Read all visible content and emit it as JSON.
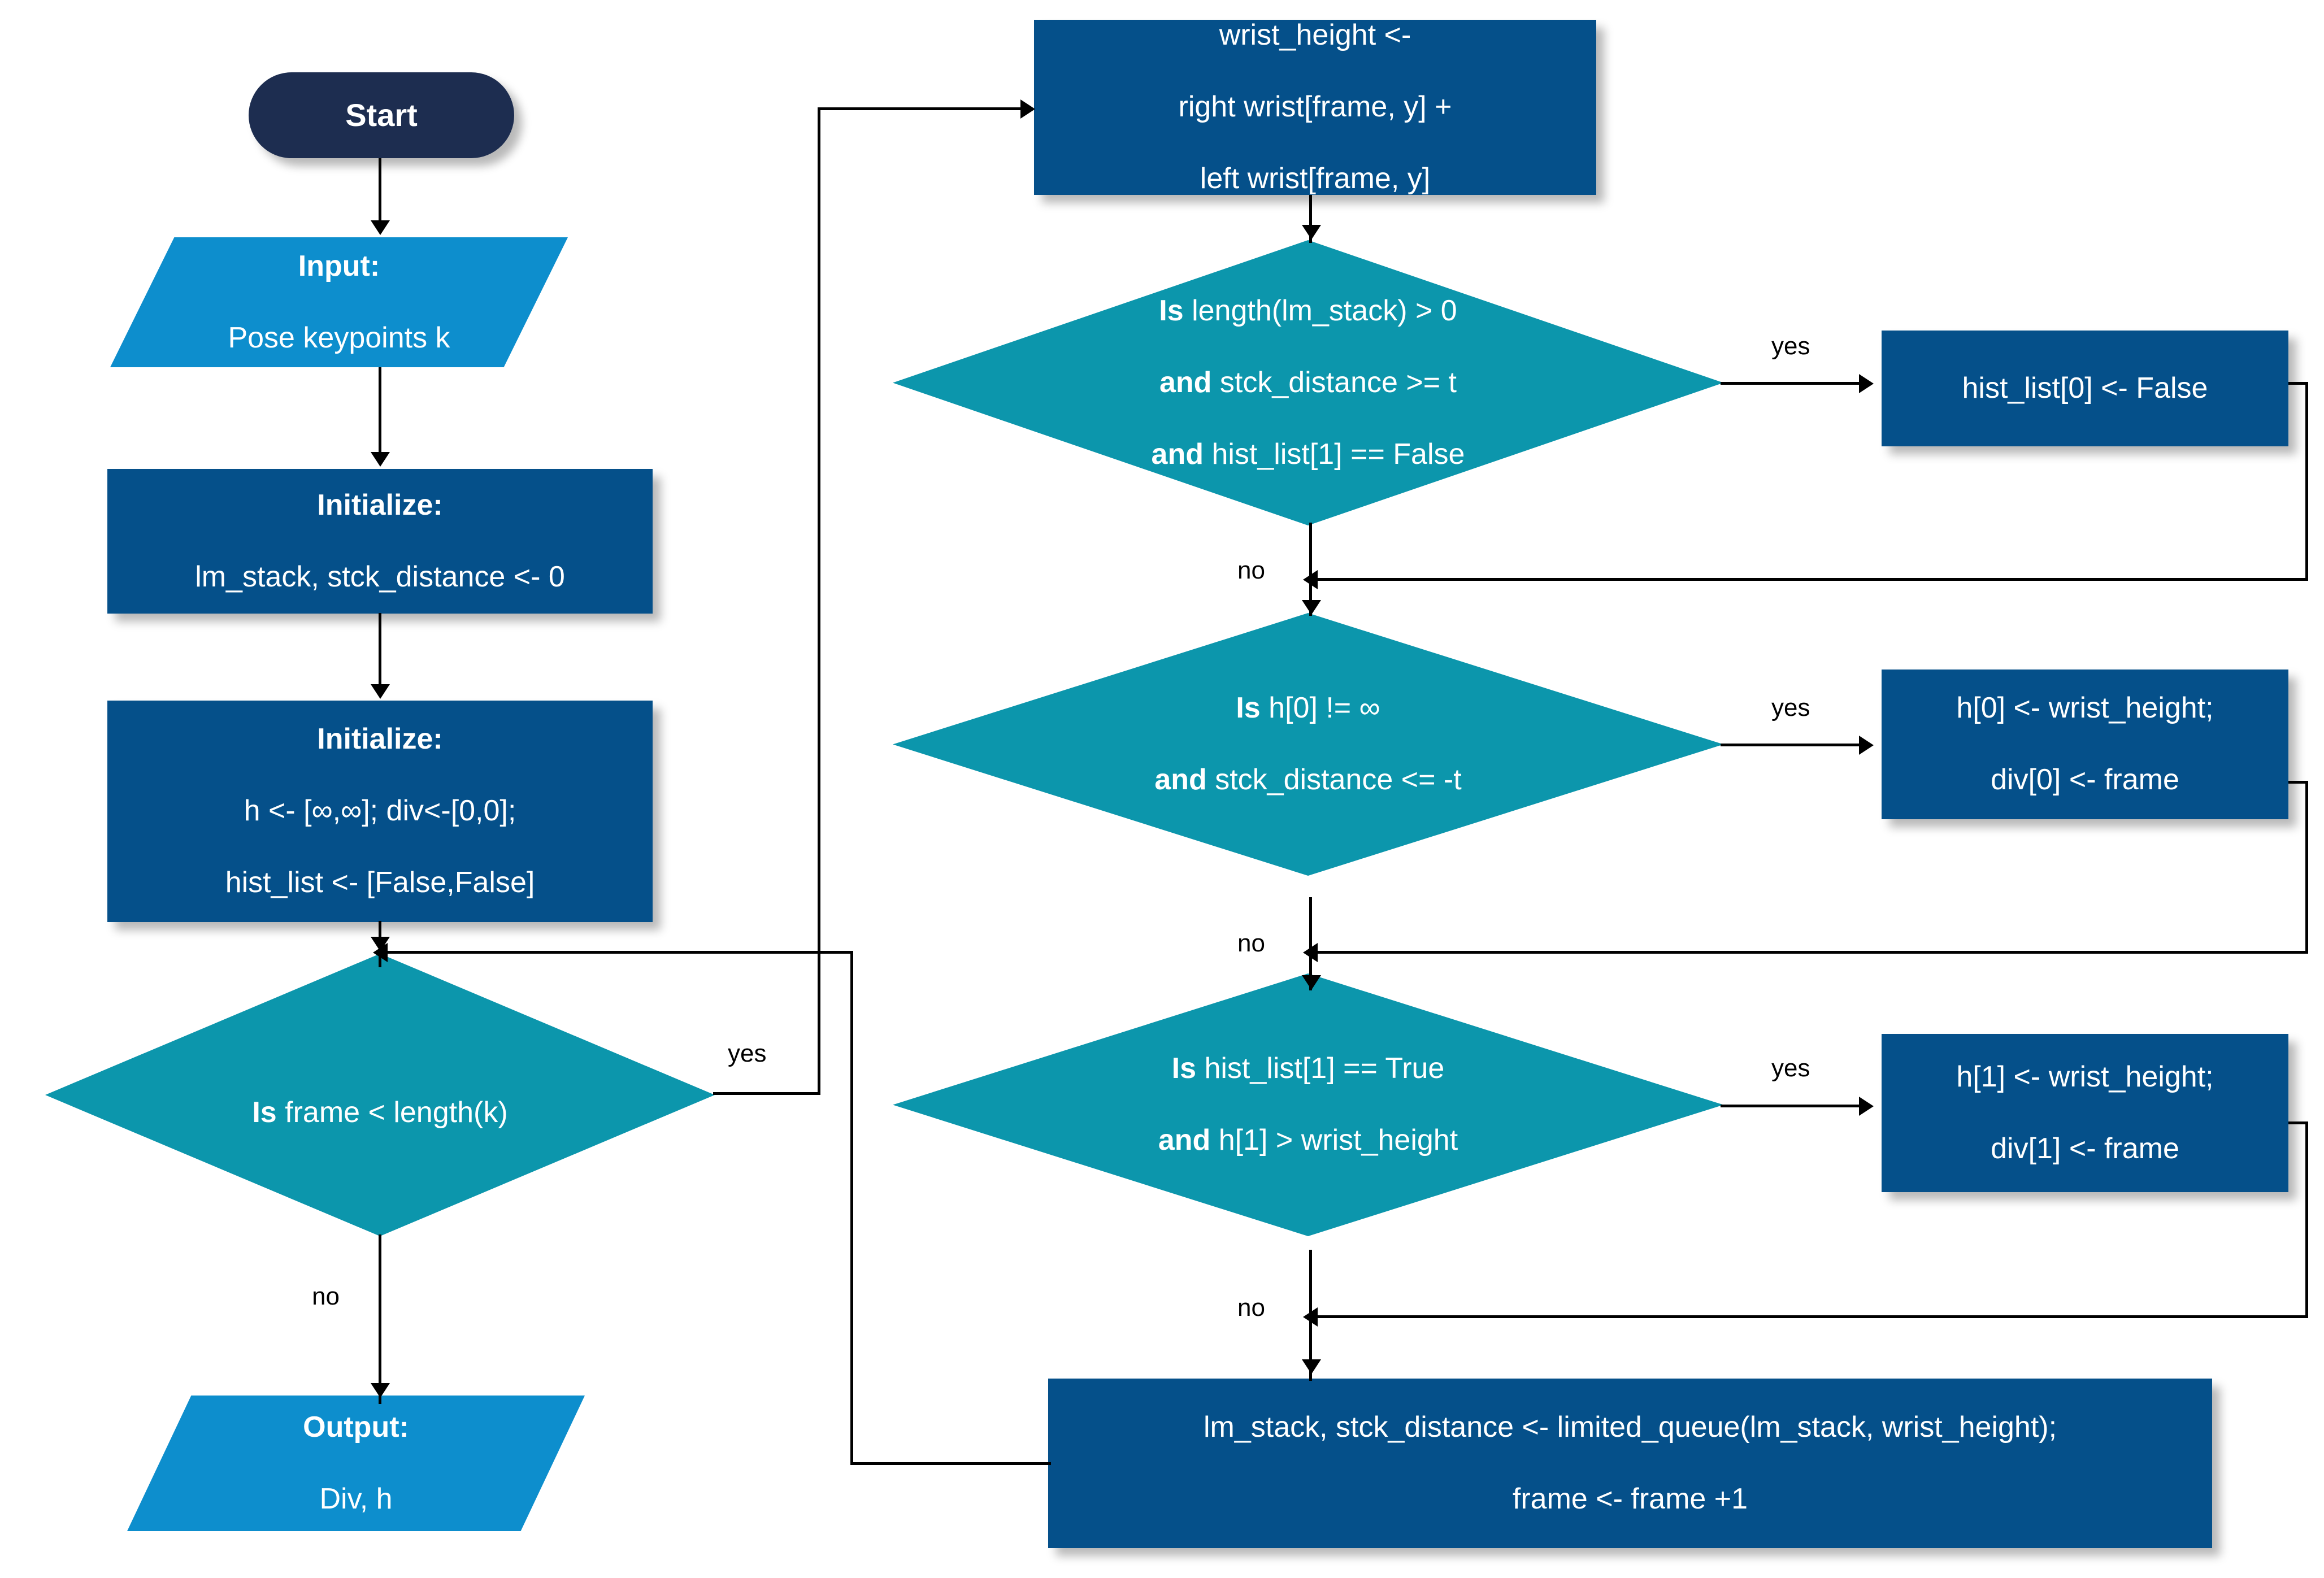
{
  "diagram": {
    "title": "Wrist-height divergence detection flowchart",
    "colors": {
      "start_fill": "#1d2d50",
      "process_fill": "#05508a",
      "io_fill": "#0d8ecd",
      "decision_fill": "#0c96ac",
      "text": "#ffffff",
      "connector": "#000000",
      "background": "#ffffff"
    }
  },
  "nodes": {
    "start": {
      "label": "Start"
    },
    "input": {
      "line1": "Input:",
      "line2": "Pose keypoints k"
    },
    "init1": {
      "line1": "Initialize:",
      "line2": "lm_stack, stck_distance <- 0"
    },
    "init2": {
      "line1": "Initialize:",
      "line2": "h <- [∞,∞]; div<-[0,0];",
      "line3": "hist_list <- [False,False]"
    },
    "loop_check": {
      "bold": "Is",
      "rest": " frame < length(k)"
    },
    "output": {
      "line1": "Output:",
      "line2": "Div, h"
    },
    "wrist_height": {
      "line1": "wrist_height <-",
      "line2": "right wrist[frame, y] +",
      "line3": "left wrist[frame, y]"
    },
    "decision1": {
      "l1b": "Is",
      "l1r": " length(lm_stack) > 0",
      "l2b": "and",
      "l2r": " stck_distance >= t",
      "l3b": "and",
      "l3r": " hist_list[1] == False"
    },
    "assign1": {
      "line1": "hist_list[0] <- False"
    },
    "decision2": {
      "l1b": "Is",
      "l1r": " h[0] != ∞",
      "l2b": "and",
      "l2r": " stck_distance <= -t"
    },
    "assign2": {
      "line1": "h[0] <- wrist_height;",
      "line2": "div[0] <- frame"
    },
    "decision3": {
      "l1b": "Is",
      "l1r": " hist_list[1] == True",
      "l2b": "and",
      "l2r": " h[1] > wrist_height"
    },
    "assign3": {
      "line1": "h[1] <- wrist_height;",
      "line2": "div[1] <- frame"
    },
    "update": {
      "line1": "lm_stack, stck_distance <- limited_queue(lm_stack, wrist_height);",
      "line2": "frame <- frame +1"
    }
  },
  "edge_labels": {
    "loop_yes": "yes",
    "loop_no": "no",
    "d1_yes": "yes",
    "d1_no": "no",
    "d2_yes": "yes",
    "d2_no": "no",
    "d3_yes": "yes",
    "d3_no": "no"
  }
}
